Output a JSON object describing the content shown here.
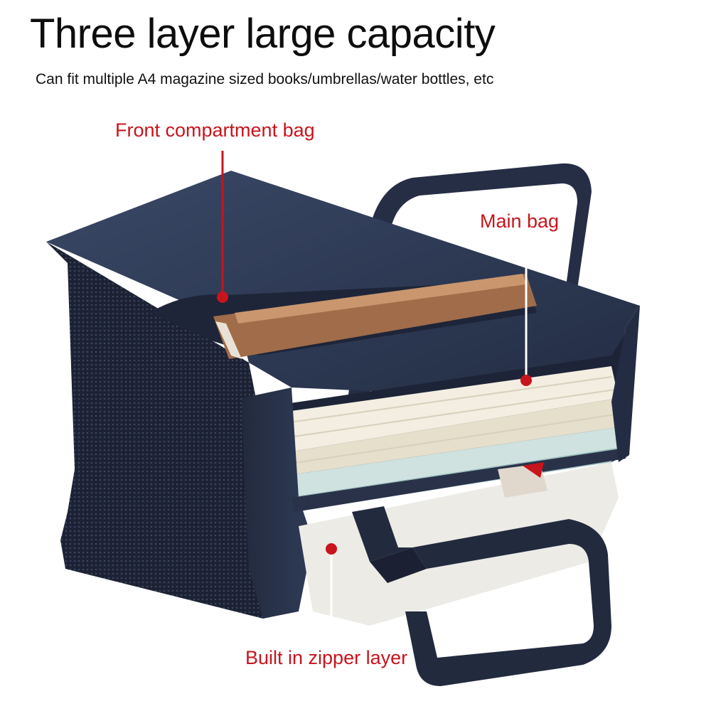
{
  "heading": {
    "title": "Three layer large capacity",
    "subtitle": "Can fit multiple A4 magazine sized books/umbrellas/water bottles, etc"
  },
  "callouts": {
    "front": "Front compartment bag",
    "main": "Main bag",
    "zipper": "Built in zipper layer"
  },
  "colors": {
    "accent_red": "#c8141c",
    "bag_navy": "#2c3a55"
  }
}
